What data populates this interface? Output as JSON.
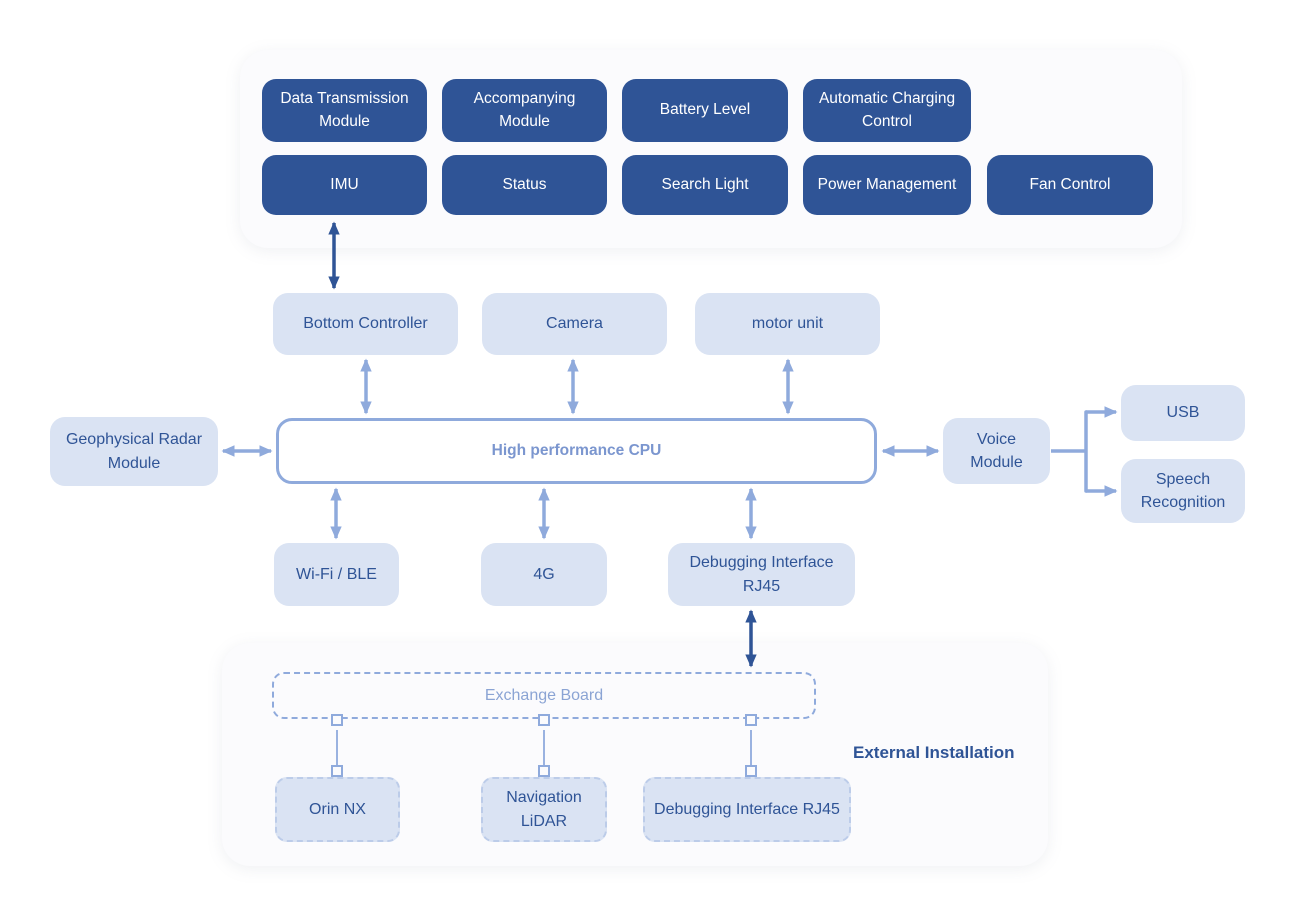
{
  "colors": {
    "module_button_fill": "#2f5496",
    "module_button_text": "#ffffff",
    "light_node_fill": "#dae3f3",
    "light_node_text": "#2f5496",
    "arrow_light": "#8faadc",
    "arrow_dark": "#2f5496",
    "cpu_border": "#8faadc",
    "cpu_text": "#7b96cf",
    "panel_fill": "#fbfbfd",
    "exchange_board_text": "#8ba4d4"
  },
  "top_panel": {
    "row1": [
      "Data Transmission Module",
      "Accompanying Module",
      "Battery Level",
      "Automatic Charging Control"
    ],
    "row2": [
      "IMU",
      "Status",
      "Search Light",
      "Power Management",
      "Fan Control"
    ]
  },
  "middle": {
    "peripherals": [
      "Bottom Controller",
      "Camera",
      "motor unit"
    ],
    "cpu_label": "High performance CPU",
    "left_module": "Geophysical Radar Module",
    "voice_module": "Voice Module",
    "voice_outputs": [
      "USB",
      "Speech Recognition"
    ],
    "comms": [
      "Wi-Fi / BLE",
      "4G",
      "Debugging Interface RJ45"
    ]
  },
  "external_panel": {
    "label": "External Installation",
    "exchange_board": "Exchange Board",
    "devices": [
      "Orin NX",
      "Navigation LiDAR",
      "Debugging Interface RJ45"
    ]
  }
}
